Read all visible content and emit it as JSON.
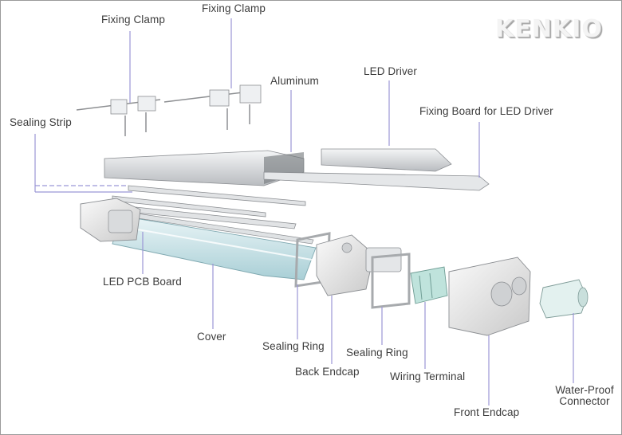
{
  "brand": "KENKIO",
  "labels": {
    "fixing_clamp_left": "Fixing Clamp",
    "fixing_clamp_right": "Fixing Clamp",
    "aluminum": "Aluminum",
    "led_driver": "LED Driver",
    "fixing_board": "Fixing Board for LED Driver",
    "sealing_strip": "Sealing Strip",
    "led_pcb_board": "LED PCB Board",
    "cover": "Cover",
    "sealing_ring_1": "Sealing Ring",
    "sealing_ring_2": "Sealing Ring",
    "back_endcap": "Back Endcap",
    "wiring_terminal": "Wiring Terminal",
    "front_endcap": "Front Endcap",
    "water_proof_line1": "Water-Proof",
    "water_proof_line2": "Connector"
  },
  "colors": {
    "leader_line": "#9b96d6",
    "label_text": "#3c3c3c",
    "metal": "#d9dcdf",
    "cover_tint": "#cfe6ea",
    "terminal": "#bfe3dc"
  }
}
